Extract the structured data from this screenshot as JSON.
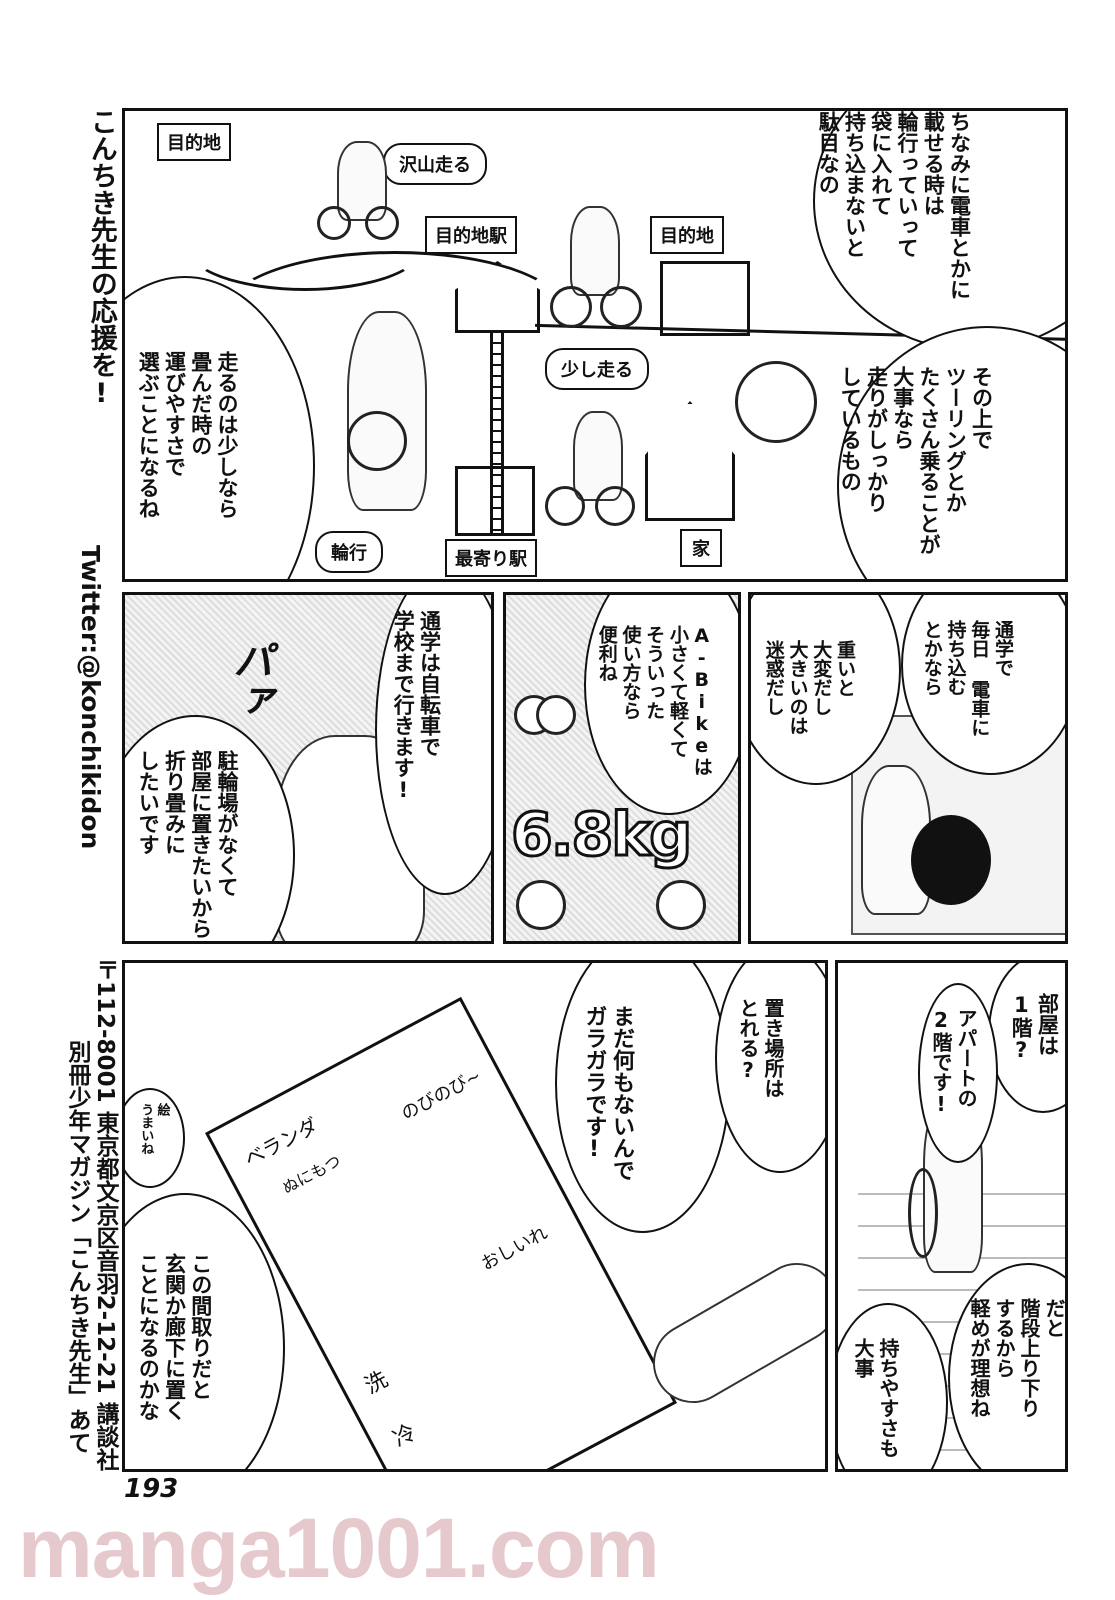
{
  "margin": {
    "column_title": "こんちき先生の応援を!",
    "twitter": "Twitter:@konchikidon",
    "address": "〒112-8001 東京都文京区音羽2-12-21 講談社",
    "address_to": "別冊少年マガジン「こんちき先生」あて"
  },
  "panel1": {
    "labels": {
      "destination_top": "目的地",
      "run_a_lot": "沢山走る",
      "destination_station": "目的地駅",
      "destination": "目的地",
      "run_a_little": "少し走る",
      "rinko": "輪行",
      "nearest_station": "最寄り駅",
      "home": "家"
    },
    "bubble_right_top": "ちなみに電車とかに\n載せる時は\n輪行っていって\n袋に入れて\n持ち込まないと\n駄目なの",
    "bubble_right_bottom": "その上で\nツーリングとか\nたくさん乗ることが\n大事なら\n走りがしっかり\nしているもの",
    "bubble_left": "走るのは少しなら\n畳んだ時の\n運びやすさで\n選ぶことになるね"
  },
  "panel2": {
    "bubble_a": "通学は自転車で\n学校まで行きます!",
    "bubble_b": "駐輪場がなくて\n部屋に置きたいから\n折り畳みに\nしたいです",
    "sfx": "パァ",
    "bubble_c": "A-Bikeは\n小さくて軽くて\nそういった\n使い方なら\n便利ね",
    "weight": "6.8kg",
    "bubble_d": "通学で\n毎日 電車に\n持ち込む\nとかなら",
    "bubble_e": "重いと\n大変だし\n大きいのは\n迷惑だし"
  },
  "panel3": {
    "bubble_a": "まだ何もないんで\nガラガラです!",
    "bubble_b": "置き場所は\nとれる?",
    "bubble_c": "絵\nうまいね",
    "bubble_d": "この間取りだと\n玄関か廊下に置く\nことになるのかな",
    "floorplan": [
      "ベランダ",
      "のびのび~",
      "ぬにもつ",
      "おしいれ",
      "洗",
      "冷"
    ],
    "bubble_e": "部屋は\n1階?",
    "bubble_f": "アパートの\n2階です!",
    "bubble_g": "だと\n階段上り下り\nするから\n軽めが理想ね",
    "bubble_h": "持ちやすさも\n大事"
  },
  "page_number": "193",
  "watermark": "manga1001.com",
  "colors": {
    "ink": "#111111",
    "watermark": "#e6c9cd"
  }
}
